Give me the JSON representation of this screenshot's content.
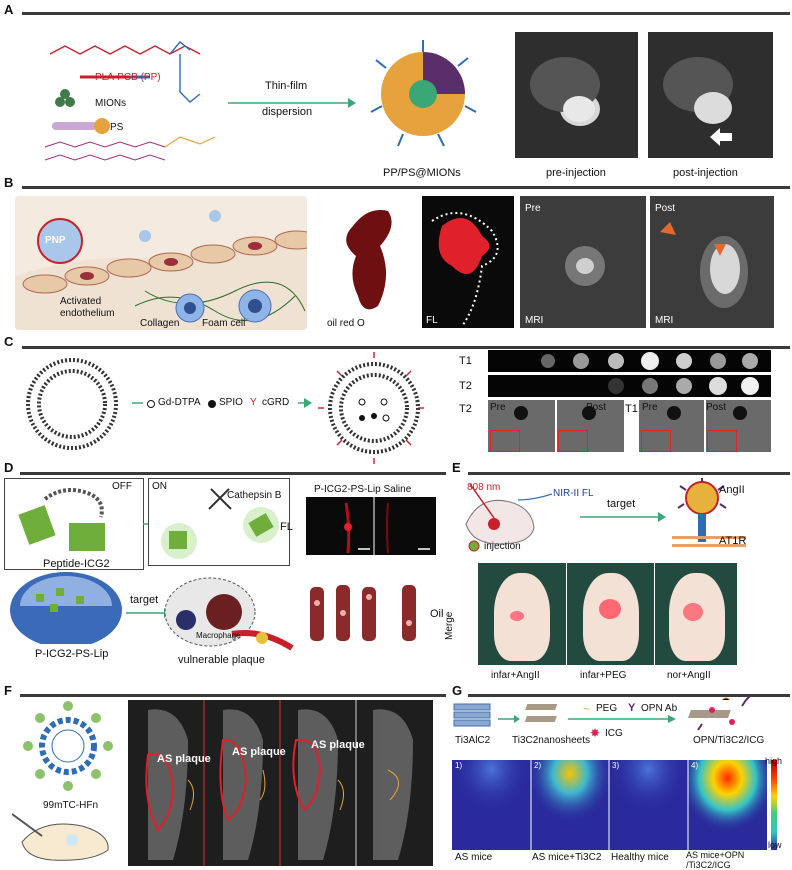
{
  "panels": {
    "A": {
      "letter": "A",
      "polymer_label": "PLA-PCB (PP)",
      "mions_label": "MIONs",
      "ps_label": "PS",
      "arrow_label_1": "Thin-film",
      "arrow_label_2": "dispersion",
      "particle_label": "PP/PS@MIONs",
      "pre_label": "pre-injection",
      "post_label": "post-injection"
    },
    "B": {
      "letter": "B",
      "pnp_label": "PNP",
      "endothelium_1": "Activated",
      "endothelium_2": "endothelium",
      "collagen_label": "Collagen",
      "foam_label": "Foam cell",
      "oil_label": "oil red O",
      "fl_label": "FL",
      "pre_label": "Pre",
      "mri_label_1": "MRI",
      "post_label": "Post",
      "mri_label_2": "MRI"
    },
    "C": {
      "letter": "C",
      "legend_gd": "Gd-DTPA",
      "legend_spio": "SPIO",
      "legend_cgrd": "cGRD",
      "t1_row": "T1",
      "t2_row": "T2",
      "t2_pre_label": "T2",
      "pre_1": "Pre",
      "post_1": "Post",
      "t1_pre_label": "T1",
      "pre_2": "Pre",
      "post_2": "Post"
    },
    "D": {
      "letter": "D",
      "off_label": "OFF",
      "on_label": "ON",
      "enzyme_label": "Cathepsin B",
      "peptide_label": "Peptide-ICG2",
      "fl_header": "P-ICG2-PS-Lip Saline",
      "fl_label": "FL",
      "target_label": "target",
      "macrophage_label": "Macrophage",
      "lip_label": "P-ICG2-PS-Lip",
      "plaque_label": "vulnerable plaque",
      "oil_label": "Oil"
    },
    "E": {
      "letter": "E",
      "laser_label": "808 nm",
      "nir_label": "NIR-II FL",
      "target_label": "target",
      "angii_label": "AngII",
      "at1r_label": "AT1R",
      "injection_label": "injection",
      "merge_label": "Merge",
      "mouse_labels": [
        "infar+AngII",
        "infar+PEG",
        "nor+AngII"
      ]
    },
    "F": {
      "letter": "F",
      "probe_label": "99mTC-HFn",
      "plaque_labels": [
        "AS plaque",
        "AS plaque",
        "AS plaque"
      ]
    },
    "G": {
      "letter": "G",
      "step1": "Ti3AlC2",
      "step2": "Ti3C2nanosheets",
      "peg_label": "PEG",
      "opn_label": "OPN Ab",
      "icg_label": "ICG",
      "product_label": "OPN/Ti3C2/ICG",
      "scale_high": "high",
      "scale_low": "low",
      "tile_numbers": [
        "1)",
        "2)",
        "3)",
        "4)"
      ],
      "tile_labels": [
        "AS mice",
        "AS mice+Ti3C2",
        "Healthy mice",
        "AS mice+OPN /Ti3C2/ICG"
      ]
    }
  },
  "colors": {
    "section_bar": "#3a3a3a",
    "arrow_green": "#3aa876",
    "polymer_red": "#c8202a",
    "polymer_blue": "#2f6db3",
    "nanoparticle_orange": "#e6a23c",
    "fl_red": "#e0202a"
  }
}
